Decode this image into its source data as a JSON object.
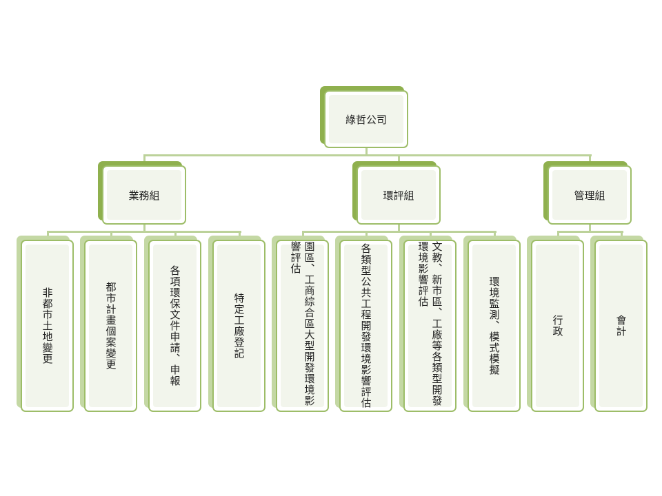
{
  "diagram": {
    "root": {
      "label": "綠哲公司"
    },
    "groups": [
      {
        "label": "業務組",
        "children": [
          {
            "label": "非都市土地變更"
          },
          {
            "label": "都市計畫個案變更"
          },
          {
            "label": "各項環保文件申請、申報"
          },
          {
            "label": "特定工廠登記"
          }
        ]
      },
      {
        "label": "環評組",
        "children": [
          {
            "label": "園區、工商綜合區大型開發環境影響評估"
          },
          {
            "label": "各類型公共工程開發環境影響評估"
          },
          {
            "label": "文教、新市區、工廠等各類型開發環境影響評估"
          },
          {
            "label": "環境監測、模式模擬"
          }
        ]
      },
      {
        "label": "管理組",
        "children": [
          {
            "label": "行政"
          },
          {
            "label": "會計"
          }
        ]
      }
    ]
  },
  "colors": {
    "connector": "#bcd29a",
    "level1_shadow": "#8fb04e",
    "level3_shadow": "#c4d8a4",
    "border": "#9dbd68",
    "fill": "#f2f5ec"
  }
}
